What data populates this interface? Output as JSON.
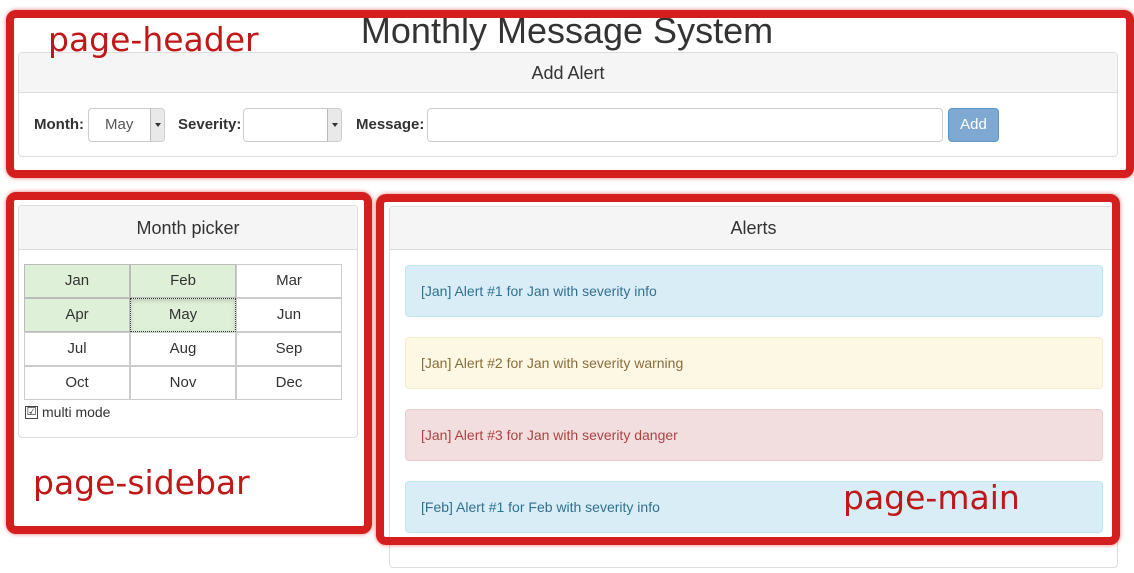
{
  "page": {
    "title": "Monthly Message System"
  },
  "add_alert": {
    "heading": "Add Alert",
    "month_label": "Month:",
    "month_value": "May",
    "severity_label": "Severity:",
    "severity_value": "",
    "message_label": "Message:",
    "message_value": "",
    "add_button": "Add"
  },
  "month_picker": {
    "heading": "Month picker",
    "months": [
      {
        "label": "Jan",
        "selected": true
      },
      {
        "label": "Feb",
        "selected": true
      },
      {
        "label": "Mar",
        "selected": false
      },
      {
        "label": "Apr",
        "selected": true
      },
      {
        "label": "May",
        "selected": true,
        "active": true
      },
      {
        "label": "Jun",
        "selected": false
      },
      {
        "label": "Jul",
        "selected": false
      },
      {
        "label": "Aug",
        "selected": false
      },
      {
        "label": "Sep",
        "selected": false
      },
      {
        "label": "Oct",
        "selected": false
      },
      {
        "label": "Nov",
        "selected": false
      },
      {
        "label": "Dec",
        "selected": false
      }
    ],
    "multi_mode_label": "multi mode",
    "multi_mode_checked": true,
    "check_glyph": "☑"
  },
  "alerts": {
    "heading": "Alerts",
    "items": [
      {
        "text": "[Jan] Alert #1 for Jan with severity info",
        "severity": "info"
      },
      {
        "text": "[Jan] Alert #2 for Jan with severity warning",
        "severity": "warning"
      },
      {
        "text": "[Jan] Alert #3 for Jan with severity danger",
        "severity": "danger"
      },
      {
        "text": "[Feb] Alert #1 for Feb with severity info",
        "severity": "info"
      }
    ]
  },
  "annotations": {
    "header": "page-header",
    "sidebar": "page-sidebar",
    "main": "page-main",
    "color": "#d51f1f"
  }
}
